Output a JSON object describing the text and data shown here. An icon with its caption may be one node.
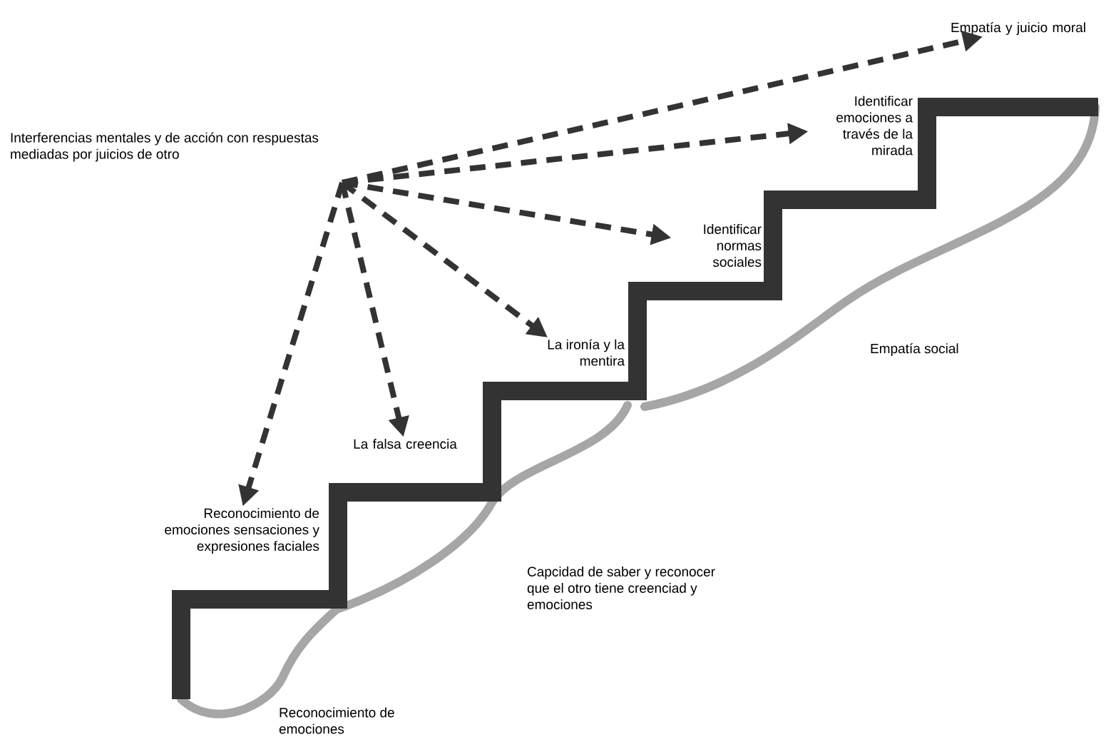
{
  "diagram": {
    "nodes": [
      {
        "text": [
          "Interferencias mentales y de acción con respuestas mediadas por juicios de otro"
        ]
      },
      {
        "text": [
          "Reconocimiento de emociones sensaciones y expresiones faciales"
        ]
      },
      {
        "text": [
          "La falsa creencia"
        ]
      },
      {
        "text": [
          "La ironía y la mentira"
        ]
      },
      {
        "text": [
          "Identificar normas sociales"
        ]
      },
      {
        "text": [
          "Identificar emociones a través de la mirada"
        ]
      },
      {
        "text": [
          "Empatía y juicio moral"
        ]
      }
    ],
    "edges": [
      {
        "from": 0,
        "to": 1,
        "arrow": "to",
        "style": "dashed"
      },
      {
        "from": 0,
        "to": 2,
        "arrow": "to",
        "style": "dashed"
      },
      {
        "from": 0,
        "to": 3,
        "arrow": "to",
        "style": "dashed"
      },
      {
        "from": 0,
        "to": 4,
        "arrow": "to",
        "style": "dashed"
      },
      {
        "from": 0,
        "to": 5,
        "arrow": "to",
        "style": "dashed"
      },
      {
        "from": 0,
        "to": 6,
        "arrow": "to",
        "style": "dashed"
      }
    ],
    "labels": [
      "Empatía social",
      "Capcidad de saber y reconocer que el otro tiene creenciad y emociones",
      "Reconocimiento de emociones"
    ]
  }
}
